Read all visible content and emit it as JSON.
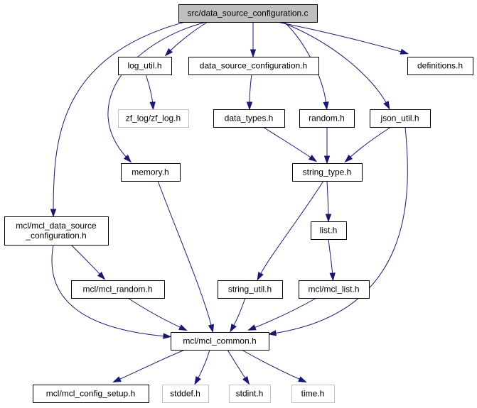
{
  "graph": {
    "colors": {
      "edge": "#191970",
      "box_border": "#000000",
      "box_border_external": "#bfbfbf",
      "box_fill": "#ffffff",
      "root_fill": "#bfbfbf",
      "text": "#000000"
    },
    "nodes": [
      {
        "id": "root",
        "lines": [
          "src/data_source_configuration.c"
        ],
        "style": "root"
      },
      {
        "id": "log_util",
        "lines": [
          "log_util.h"
        ],
        "style": "normal"
      },
      {
        "id": "dsc_h",
        "lines": [
          "data_source_configuration.h"
        ],
        "style": "normal"
      },
      {
        "id": "definitions",
        "lines": [
          "definitions.h"
        ],
        "style": "normal"
      },
      {
        "id": "zf_log",
        "lines": [
          "zf_log/zf_log.h"
        ],
        "style": "external"
      },
      {
        "id": "data_types",
        "lines": [
          "data_types.h"
        ],
        "style": "normal"
      },
      {
        "id": "random",
        "lines": [
          "random.h"
        ],
        "style": "normal"
      },
      {
        "id": "json_util",
        "lines": [
          "json_util.h"
        ],
        "style": "normal"
      },
      {
        "id": "memory",
        "lines": [
          "memory.h"
        ],
        "style": "normal"
      },
      {
        "id": "string_type",
        "lines": [
          "string_type.h"
        ],
        "style": "normal"
      },
      {
        "id": "mcl_dsc",
        "lines": [
          "mcl/mcl_data_source",
          "_configuration.h"
        ],
        "style": "normal"
      },
      {
        "id": "list",
        "lines": [
          "list.h"
        ],
        "style": "normal"
      },
      {
        "id": "mcl_random",
        "lines": [
          "mcl/mcl_random.h"
        ],
        "style": "normal"
      },
      {
        "id": "string_util",
        "lines": [
          "string_util.h"
        ],
        "style": "normal"
      },
      {
        "id": "mcl_list",
        "lines": [
          "mcl/mcl_list.h"
        ],
        "style": "normal"
      },
      {
        "id": "mcl_common",
        "lines": [
          "mcl/mcl_common.h"
        ],
        "style": "normal"
      },
      {
        "id": "mcl_config_setup",
        "lines": [
          "mcl/mcl_config_setup.h"
        ],
        "style": "normal"
      },
      {
        "id": "stddef",
        "lines": [
          "stddef.h"
        ],
        "style": "external"
      },
      {
        "id": "stdint",
        "lines": [
          "stdint.h"
        ],
        "style": "external"
      },
      {
        "id": "time",
        "lines": [
          "time.h"
        ],
        "style": "external"
      }
    ],
    "edges": [
      {
        "from": "root",
        "to": "log_util"
      },
      {
        "from": "root",
        "to": "dsc_h"
      },
      {
        "from": "root",
        "to": "definitions"
      },
      {
        "from": "root",
        "to": "random"
      },
      {
        "from": "root",
        "to": "json_util"
      },
      {
        "from": "root",
        "to": "memory"
      },
      {
        "from": "root",
        "to": "mcl_dsc"
      },
      {
        "from": "log_util",
        "to": "zf_log"
      },
      {
        "from": "dsc_h",
        "to": "data_types"
      },
      {
        "from": "data_types",
        "to": "string_type"
      },
      {
        "from": "random",
        "to": "string_type"
      },
      {
        "from": "json_util",
        "to": "string_type"
      },
      {
        "from": "json_util",
        "to": "mcl_common"
      },
      {
        "from": "string_type",
        "to": "list"
      },
      {
        "from": "string_type",
        "to": "string_util"
      },
      {
        "from": "memory",
        "to": "mcl_common"
      },
      {
        "from": "mcl_dsc",
        "to": "mcl_random"
      },
      {
        "from": "mcl_dsc",
        "to": "mcl_common"
      },
      {
        "from": "list",
        "to": "mcl_list"
      },
      {
        "from": "mcl_random",
        "to": "mcl_common"
      },
      {
        "from": "string_util",
        "to": "mcl_common"
      },
      {
        "from": "mcl_list",
        "to": "mcl_common"
      },
      {
        "from": "mcl_common",
        "to": "mcl_config_setup"
      },
      {
        "from": "mcl_common",
        "to": "stddef"
      },
      {
        "from": "mcl_common",
        "to": "stdint"
      },
      {
        "from": "mcl_common",
        "to": "time"
      }
    ]
  }
}
